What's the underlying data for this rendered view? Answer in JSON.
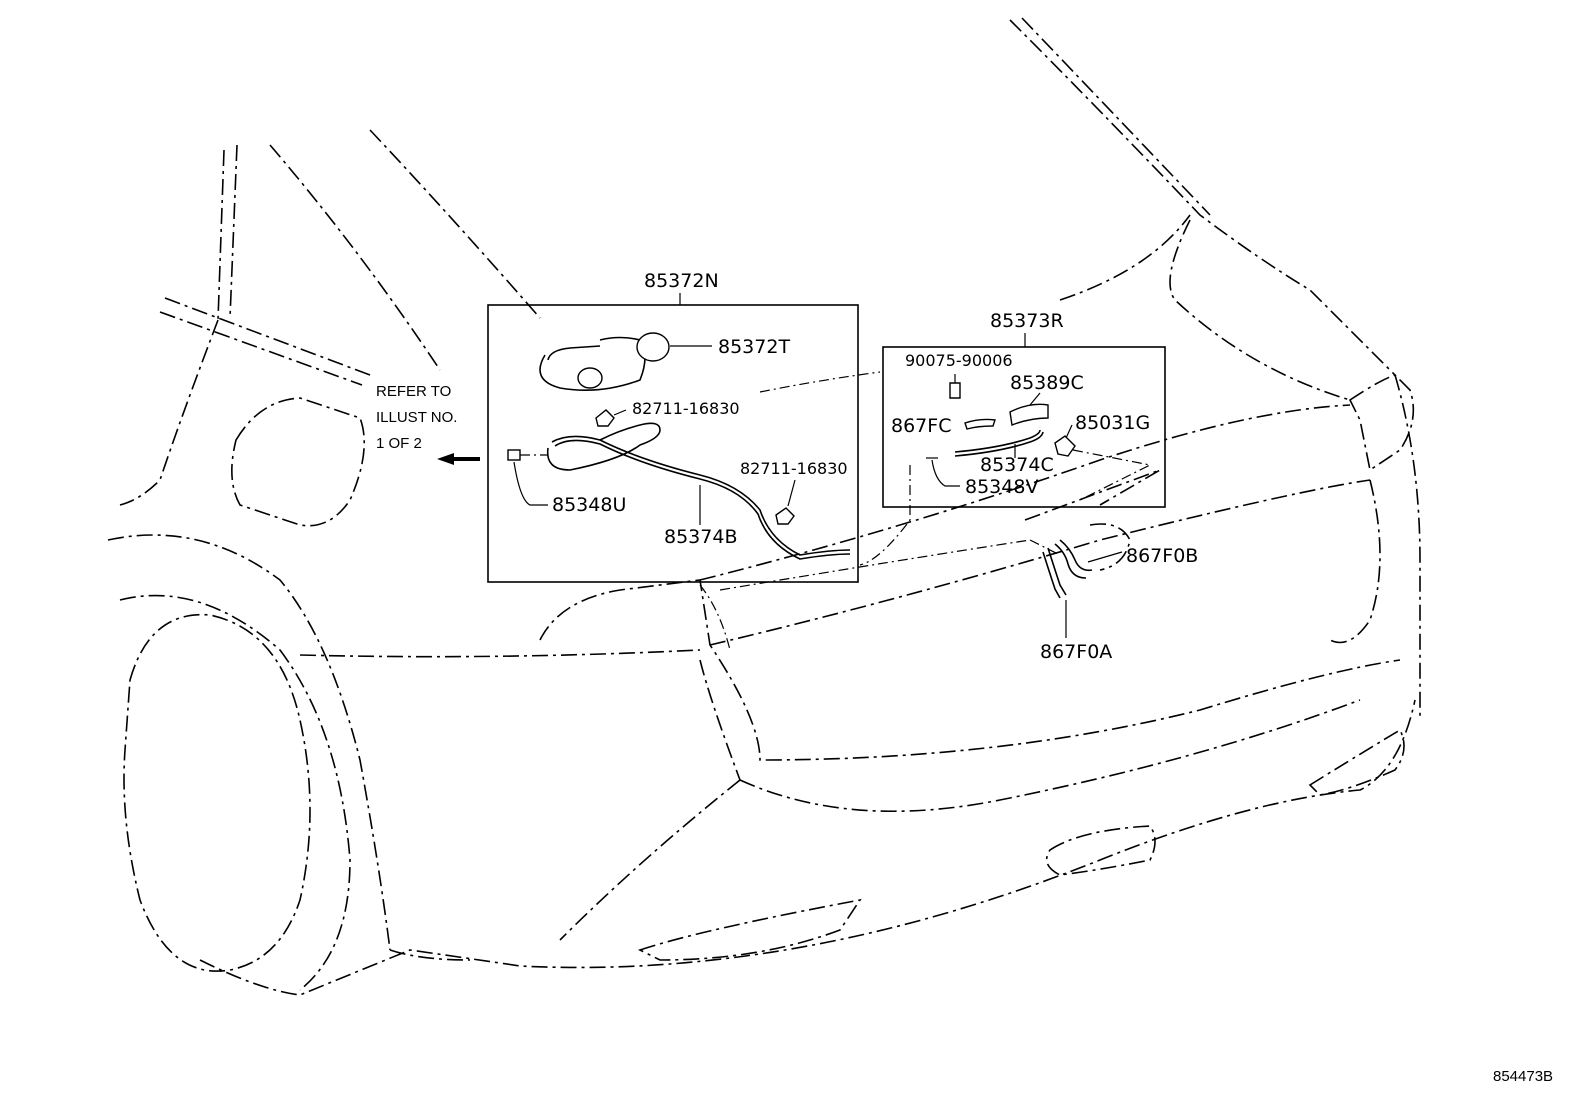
{
  "parts": {
    "p85372N": "85372N",
    "p85372T": "85372T",
    "p82711_a": "82711-16830",
    "p82711_b": "82711-16830",
    "p85348U": "85348U",
    "p85374B": "85374B",
    "p85373R": "85373R",
    "p90075": "90075-90006",
    "p85389C": "85389C",
    "p867FC": "867FC",
    "p85031G": "85031G",
    "p85374C": "85374C",
    "p85348V": "85348V",
    "p867F0B": "867F0B",
    "p867F0A": "867F0A"
  },
  "refer_note": {
    "line1": "REFER TO",
    "line2": "ILLUST NO.",
    "line3": "1 OF 2"
  },
  "illustration_id": "854473B"
}
